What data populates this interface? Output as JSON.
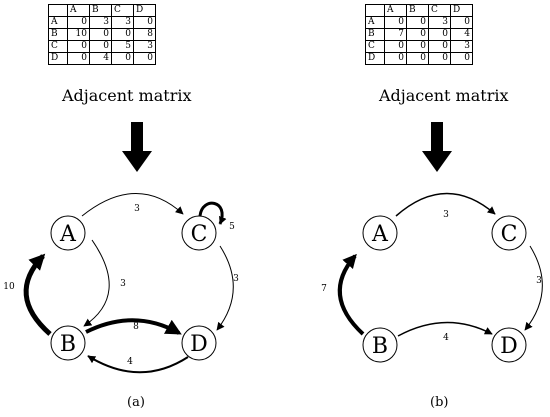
{
  "panels": [
    {
      "label": "(a)",
      "caption": "Adjacent matrix",
      "matrix": {
        "headers": [
          "A",
          "B",
          "C",
          "D"
        ],
        "rows": [
          {
            "name": "A",
            "values": [
              "0",
              "3",
              "3",
              "0"
            ]
          },
          {
            "name": "B",
            "values": [
              "10",
              "0",
              "0",
              "8"
            ]
          },
          {
            "name": "C",
            "values": [
              "0",
              "0",
              "5",
              "3"
            ]
          },
          {
            "name": "D",
            "values": [
              "0",
              "4",
              "0",
              "0"
            ]
          }
        ]
      },
      "nodes": [
        "A",
        "B",
        "C",
        "D"
      ],
      "edges": [
        {
          "id": "a-to-c",
          "label": "3"
        },
        {
          "id": "a-to-b",
          "label": "3"
        },
        {
          "id": "b-to-a",
          "label": "10"
        },
        {
          "id": "b-to-d",
          "label": "8"
        },
        {
          "id": "d-to-b",
          "label": "4"
        },
        {
          "id": "c-to-d",
          "label": "3"
        },
        {
          "id": "c-loop",
          "label": "5"
        }
      ]
    },
    {
      "label": "(b)",
      "caption": "Adjacent matrix",
      "matrix": {
        "headers": [
          "A",
          "B",
          "C",
          "D"
        ],
        "rows": [
          {
            "name": "A",
            "values": [
              "0",
              "0",
              "3",
              "0"
            ]
          },
          {
            "name": "B",
            "values": [
              "7",
              "0",
              "0",
              "4"
            ]
          },
          {
            "name": "C",
            "values": [
              "0",
              "0",
              "0",
              "3"
            ]
          },
          {
            "name": "D",
            "values": [
              "0",
              "0",
              "0",
              "0"
            ]
          }
        ]
      },
      "nodes": [
        "A",
        "B",
        "C",
        "D"
      ],
      "edges": [
        {
          "id": "a-to-c",
          "label": "3"
        },
        {
          "id": "b-to-a",
          "label": "7"
        },
        {
          "id": "b-to-d",
          "label": "4"
        },
        {
          "id": "c-to-d",
          "label": "3"
        }
      ]
    }
  ]
}
